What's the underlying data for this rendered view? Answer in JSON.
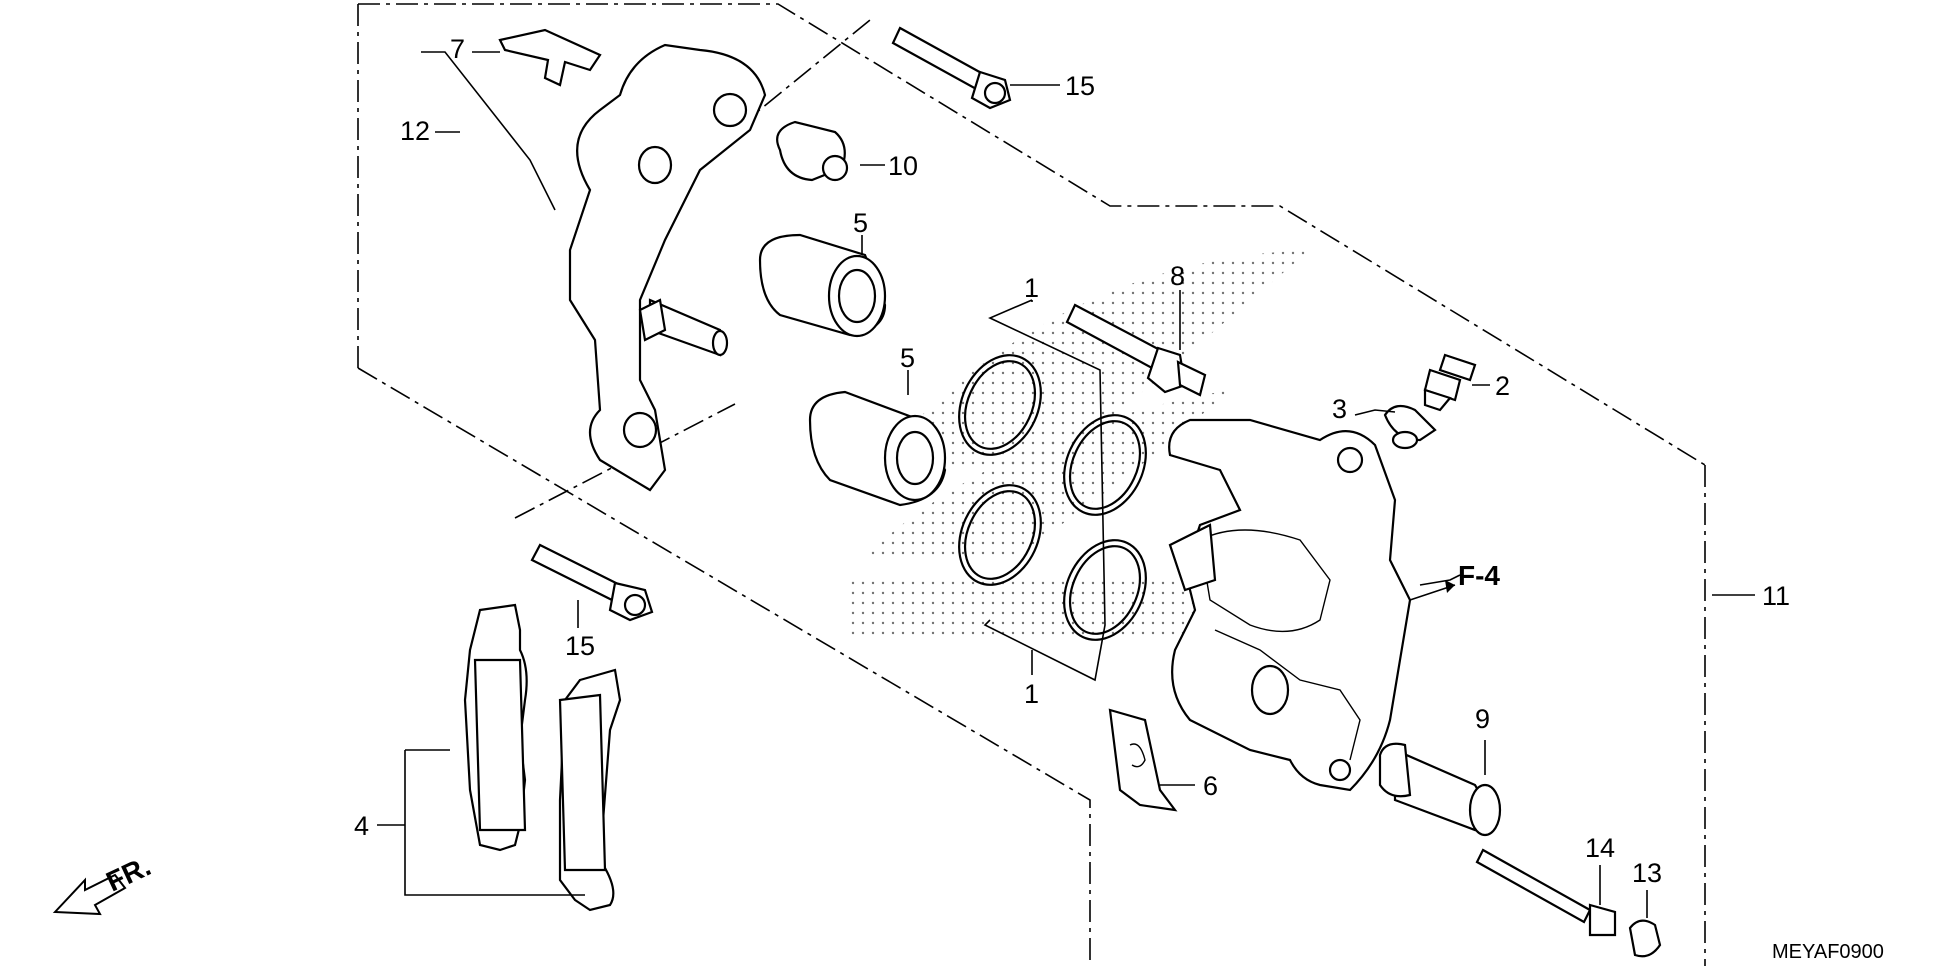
{
  "callouts": {
    "c1a": "1",
    "c1b": "1",
    "c2": "2",
    "c3": "3",
    "c4": "4",
    "c5a": "5",
    "c5b": "5",
    "c6": "6",
    "c7": "7",
    "c8": "8",
    "c9": "9",
    "c10": "10",
    "c11": "11",
    "c12": "12",
    "c13": "13",
    "c14": "14",
    "c15a": "15",
    "c15b": "15"
  },
  "reference": "F-4",
  "direction": "FR.",
  "diagram_code": "MEYAF0900"
}
